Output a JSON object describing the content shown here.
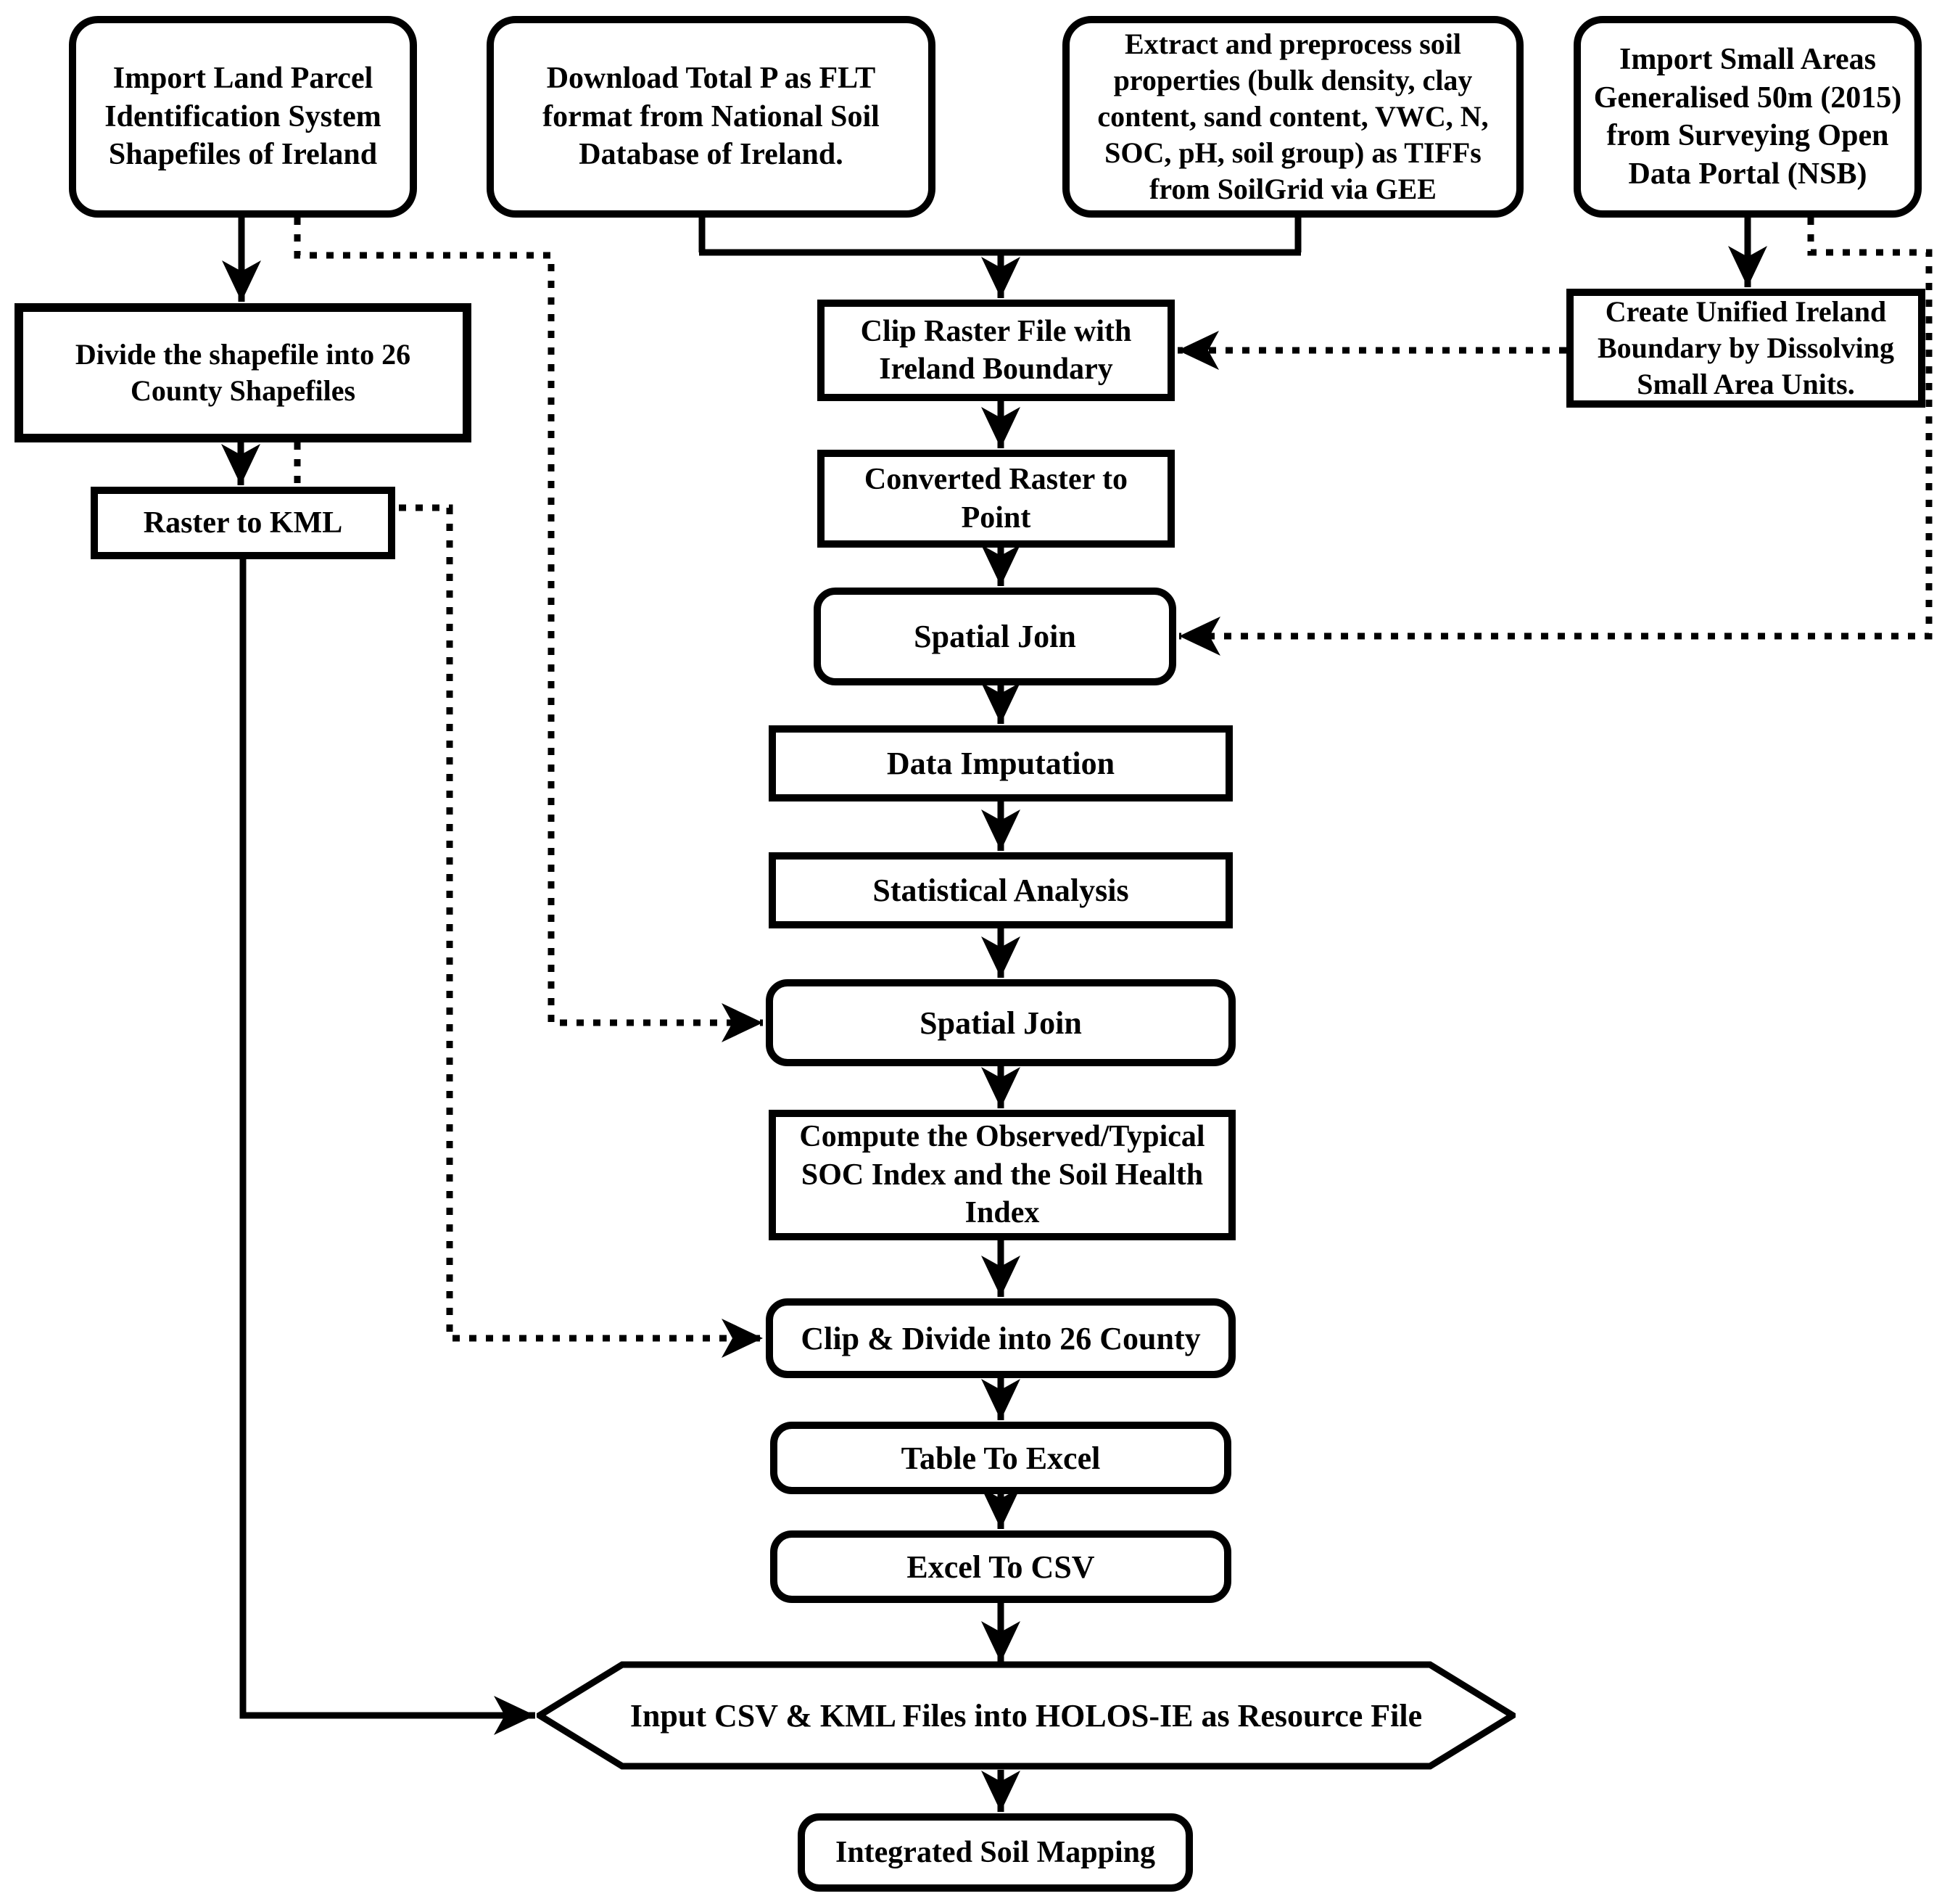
{
  "figure": {
    "kind": "flowchart",
    "title": "Soil data preparation and HOLOS-IE integration workflow"
  },
  "colors": {
    "ink": "#000000",
    "paper": "#ffffff"
  },
  "nodes": {
    "import_lpis": {
      "label": "Import Land Parcel Identification System Shapefiles of Ireland",
      "shape": "rounded-rect"
    },
    "download_total_p": {
      "label": "Download Total P as FLT format from National Soil Database of Ireland.",
      "shape": "rounded-rect"
    },
    "extract_soil": {
      "label": "Extract and preprocess soil properties (bulk density, clay content, sand content, VWC, N, SOC, pH, soil group) as TIFFs from SoilGrid via GEE",
      "shape": "rounded-rect"
    },
    "import_small_areas": {
      "label": "Import Small Areas Generalised 50m (2015) from Surveying Open Data Portal (NSB)",
      "shape": "rounded-rect"
    },
    "divide_shapefile": {
      "label": "Divide the shapefile into 26 County Shapefiles",
      "shape": "rect"
    },
    "clip_raster": {
      "label": "Clip Raster File with Ireland Boundary",
      "shape": "rect"
    },
    "create_unified": {
      "label": "Create Unified Ireland Boundary by Dissolving Small Area Units.",
      "shape": "rect"
    },
    "raster_to_kml": {
      "label": "Raster to KML",
      "shape": "rect"
    },
    "converted_raster": {
      "label": "Converted Raster to Point",
      "shape": "rect"
    },
    "spatial_join_1": {
      "label": "Spatial Join",
      "shape": "rounded-rect"
    },
    "data_imputation": {
      "label": "Data Imputation",
      "shape": "rect"
    },
    "statistical_analysis": {
      "label": "Statistical Analysis",
      "shape": "rect"
    },
    "spatial_join_2": {
      "label": "Spatial Join",
      "shape": "rounded-rect"
    },
    "compute_index": {
      "label": "Compute the Observed/Typical SOC Index and the Soil Health Index",
      "shape": "rect"
    },
    "clip_divide_county": {
      "label": "Clip & Divide into 26 County",
      "shape": "rounded-rect"
    },
    "table_to_excel": {
      "label": "Table To Excel",
      "shape": "rounded-rect"
    },
    "excel_to_csv": {
      "label": "Excel To CSV",
      "shape": "rounded-rect"
    },
    "input_holos": {
      "label": "Input CSV & KML Files  into HOLOS-IE as Resource File",
      "shape": "hexagon"
    },
    "integrated_mapping": {
      "label": "Integrated Soil Mapping",
      "shape": "rounded-rect"
    }
  },
  "edges": [
    {
      "from": "import_lpis",
      "to": "divide_shapefile",
      "style": "solid"
    },
    {
      "from": "divide_shapefile",
      "to": "raster_to_kml",
      "style": "solid"
    },
    {
      "from": "raster_to_kml",
      "to": "input_holos",
      "style": "solid"
    },
    {
      "from": "download_total_p",
      "to": "clip_raster",
      "style": "solid"
    },
    {
      "from": "extract_soil",
      "to": "clip_raster",
      "style": "solid"
    },
    {
      "from": "import_small_areas",
      "to": "create_unified",
      "style": "solid"
    },
    {
      "from": "clip_raster",
      "to": "converted_raster",
      "style": "solid"
    },
    {
      "from": "converted_raster",
      "to": "spatial_join_1",
      "style": "solid"
    },
    {
      "from": "spatial_join_1",
      "to": "data_imputation",
      "style": "solid"
    },
    {
      "from": "data_imputation",
      "to": "statistical_analysis",
      "style": "solid"
    },
    {
      "from": "statistical_analysis",
      "to": "spatial_join_2",
      "style": "solid"
    },
    {
      "from": "spatial_join_2",
      "to": "compute_index",
      "style": "solid"
    },
    {
      "from": "compute_index",
      "to": "clip_divide_county",
      "style": "solid"
    },
    {
      "from": "clip_divide_county",
      "to": "table_to_excel",
      "style": "solid"
    },
    {
      "from": "table_to_excel",
      "to": "excel_to_csv",
      "style": "solid"
    },
    {
      "from": "excel_to_csv",
      "to": "input_holos",
      "style": "solid"
    },
    {
      "from": "input_holos",
      "to": "integrated_mapping",
      "style": "solid"
    },
    {
      "from": "import_lpis",
      "to": "spatial_join_2",
      "style": "dotted"
    },
    {
      "from": "divide_shapefile",
      "to": "clip_divide_county",
      "style": "dotted"
    },
    {
      "from": "import_small_areas",
      "to": "spatial_join_1",
      "style": "dotted"
    },
    {
      "from": "create_unified",
      "to": "clip_raster",
      "style": "dotted"
    }
  ]
}
